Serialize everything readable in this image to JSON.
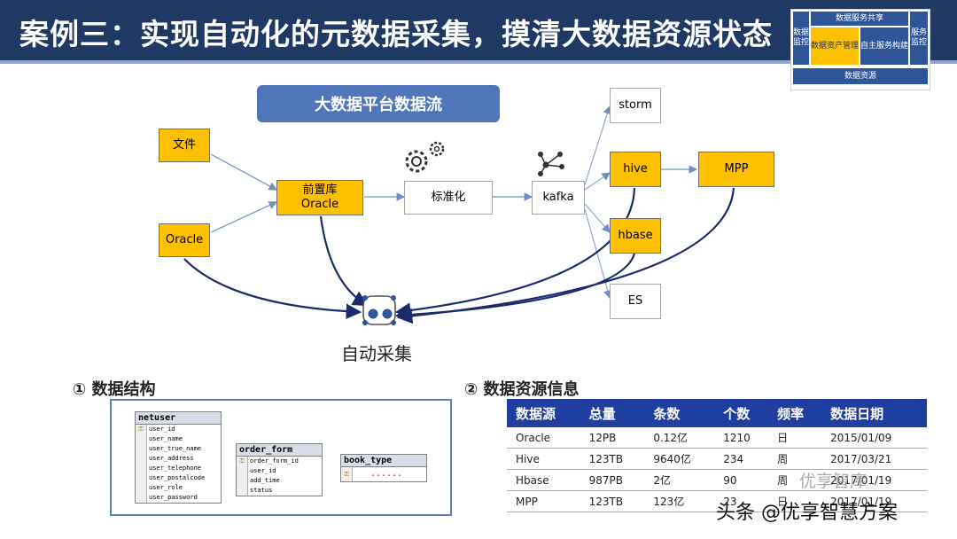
{
  "header": {
    "title": "案例三：实现自动化的元数据采集，摸清大数据资源状态",
    "mini_arch": {
      "top": "数据服务共享",
      "left_col": "数据监控",
      "right_col": "服务监控",
      "asset": "数据资产管理",
      "build": "自主服务构建",
      "bottom": "数据资源"
    }
  },
  "diagram": {
    "title": "大数据平台数据流",
    "nodes": {
      "file": "文件",
      "oracle": "Oracle",
      "frontdb_line1": "前置库",
      "frontdb_line2": "Oracle",
      "standard": "标准化",
      "kafka": "kafka",
      "storm": "storm",
      "hive": "hive",
      "mpp": "MPP",
      "hbase": "hbase",
      "es": "ES"
    },
    "collector_label": "自动采集"
  },
  "section1": {
    "title": "① 数据结构",
    "tables": [
      {
        "name": "netuser",
        "fields": [
          "user_id",
          "user_name",
          "user_true_name",
          "user_address",
          "user_telephone",
          "user_postalcode",
          "user_role",
          "user_password"
        ]
      },
      {
        "name": "order_form",
        "fields": [
          "order_form_id",
          "user_id",
          "add_time",
          "status"
        ]
      },
      {
        "name": "book_type",
        "fields": [
          "......"
        ]
      }
    ]
  },
  "section2": {
    "title": "② 数据资源信息",
    "columns": [
      "数据源",
      "总量",
      "条数",
      "个数",
      "频率",
      "数据日期"
    ],
    "rows": [
      [
        "Oracle",
        "12PB",
        "0.12亿",
        "1210",
        "日",
        "2015/01/09"
      ],
      [
        "Hive",
        "123TB",
        "9640亿",
        "234",
        "周",
        "2017/03/21"
      ],
      [
        "Hbase",
        "987PB",
        "2亿",
        "90",
        "周",
        "2017/01/19"
      ],
      [
        "MPP",
        "123TB",
        "123亿",
        "23",
        "日",
        "2017/01/19"
      ]
    ]
  },
  "watermark": {
    "text": "头条 @优享智慧方案",
    "text2": "优享智库"
  },
  "colors": {
    "header": "#1f3864",
    "gold": "#ffc000",
    "table_header": "#1f3fa0",
    "arrow_dark": "#1a2a6b",
    "arrow_light": "#8fa7cf"
  }
}
